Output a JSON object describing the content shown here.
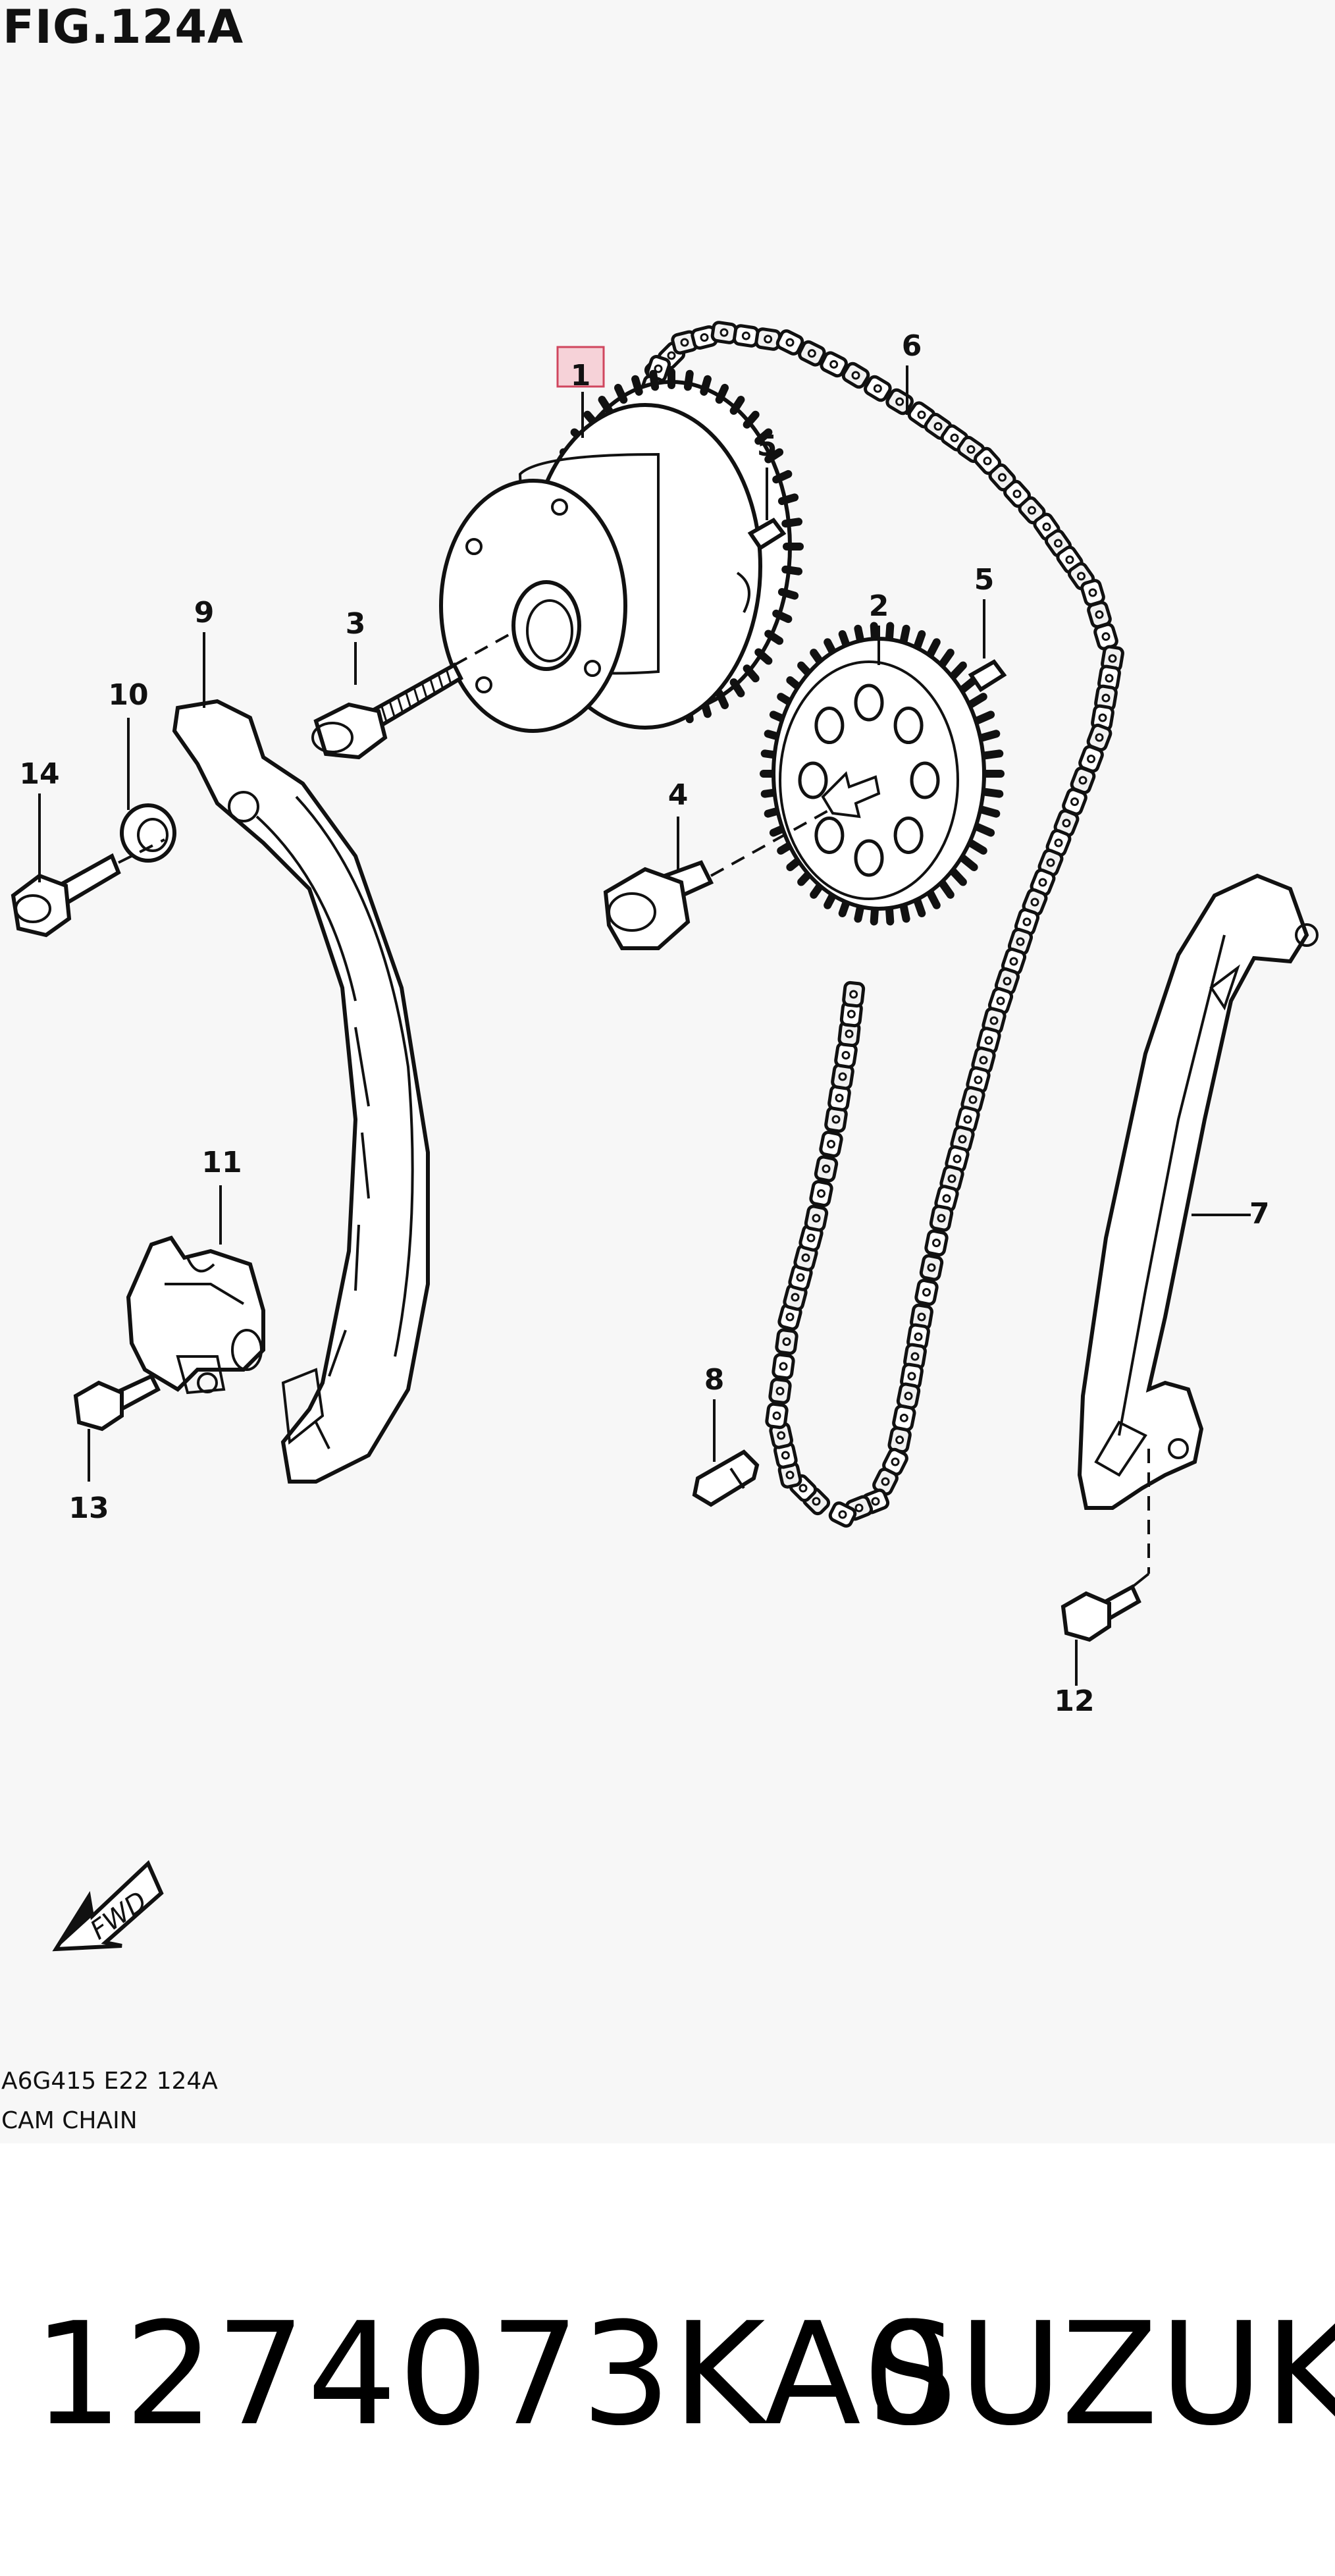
{
  "figure": {
    "title": "FIG.124A"
  },
  "callouts": [
    {
      "id": "c1",
      "label": "1",
      "highlighted": true
    },
    {
      "id": "c2",
      "label": "2"
    },
    {
      "id": "c3",
      "label": "3"
    },
    {
      "id": "c4",
      "label": "4"
    },
    {
      "id": "c5a",
      "label": "5"
    },
    {
      "id": "c5b",
      "label": "5"
    },
    {
      "id": "c6",
      "label": "6"
    },
    {
      "id": "c7",
      "label": "7"
    },
    {
      "id": "c8",
      "label": "8"
    },
    {
      "id": "c9",
      "label": "9"
    },
    {
      "id": "c10",
      "label": "10"
    },
    {
      "id": "c11",
      "label": "11"
    },
    {
      "id": "c12",
      "label": "12"
    },
    {
      "id": "c13",
      "label": "13"
    },
    {
      "id": "c14",
      "label": "14"
    }
  ],
  "fwd_arrow": {
    "label": "FWD"
  },
  "diagram_code": "A6G415 E22 124A",
  "section_name": "CAM CHAIN",
  "part_number": "1274073KA0",
  "brand": "SUZUKI",
  "colors": {
    "highlight_fill": "#f6d2d8",
    "highlight_stroke": "#d0465e",
    "ink": "#111111"
  }
}
